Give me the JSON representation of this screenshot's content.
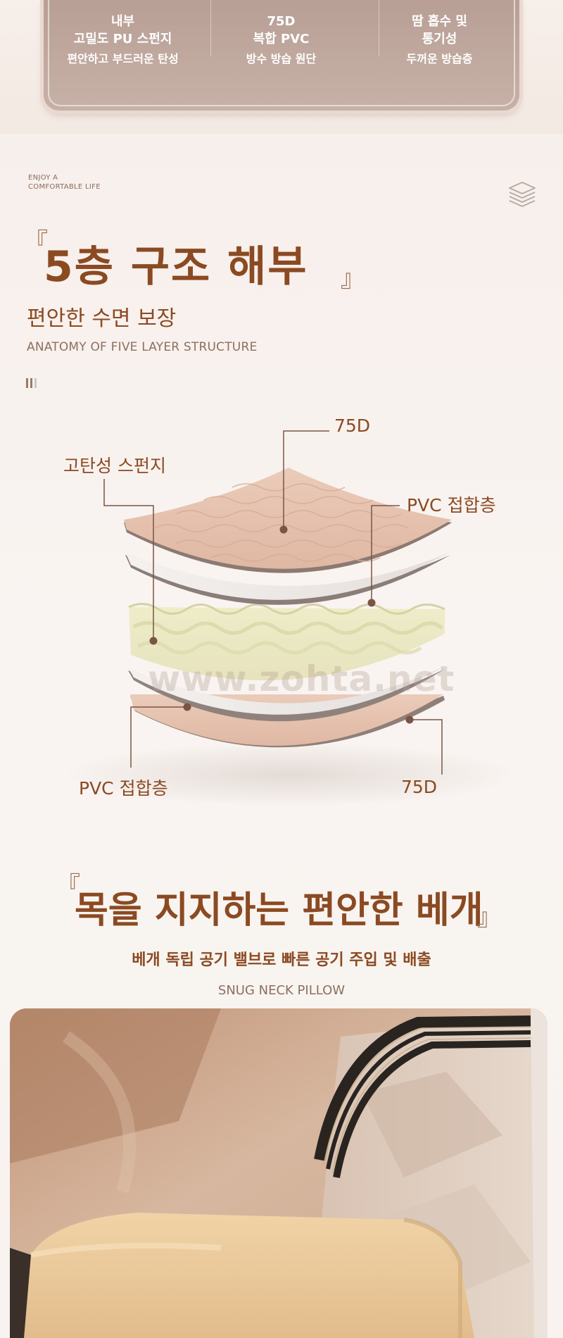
{
  "specs": [
    {
      "line1": "내부",
      "line2": "고밀도 PU 스펀지",
      "sub": "편안하고 부드러운 탄성"
    },
    {
      "line1": "75D",
      "line2": "복합 PVC",
      "sub": "방수 방습 원단"
    },
    {
      "line1": "땀 흡수 및",
      "line2": "통기성",
      "sub": "두꺼운 방습층"
    }
  ],
  "section1": {
    "enjoy_line1": "ENJOY A",
    "enjoy_line2": "COMFORTABLE LIFE",
    "bracket_open": "『",
    "bracket_close": "』",
    "title": "5층 구조 해부",
    "subtitle": "편안한 수면 보장",
    "english": "ANATOMY OF FIVE LAYER STRUCTURE",
    "icon": "layers-icon"
  },
  "layers": {
    "top_75d": "75D",
    "sponge": "고탄성 스펀지",
    "pvc_top": "PVC 접합층",
    "pvc_bottom": "PVC 접합층",
    "bottom_75d": "75D"
  },
  "watermark": "www.zohta.net",
  "section2": {
    "bracket_open": "『",
    "bracket_close": "』",
    "title": "목을 지지하는 편안한 베개",
    "subtitle": "베개 독립 공기 밸브로 빠른 공기 주입 및 배출",
    "english": "SNUG NECK PILLOW"
  },
  "colors": {
    "accent": "#8b4a22",
    "spec_box": "#c0a89e",
    "layer_fabric": "#e6c3b0",
    "layer_sponge": "#ecebc8",
    "background": "#f8f3f0"
  }
}
